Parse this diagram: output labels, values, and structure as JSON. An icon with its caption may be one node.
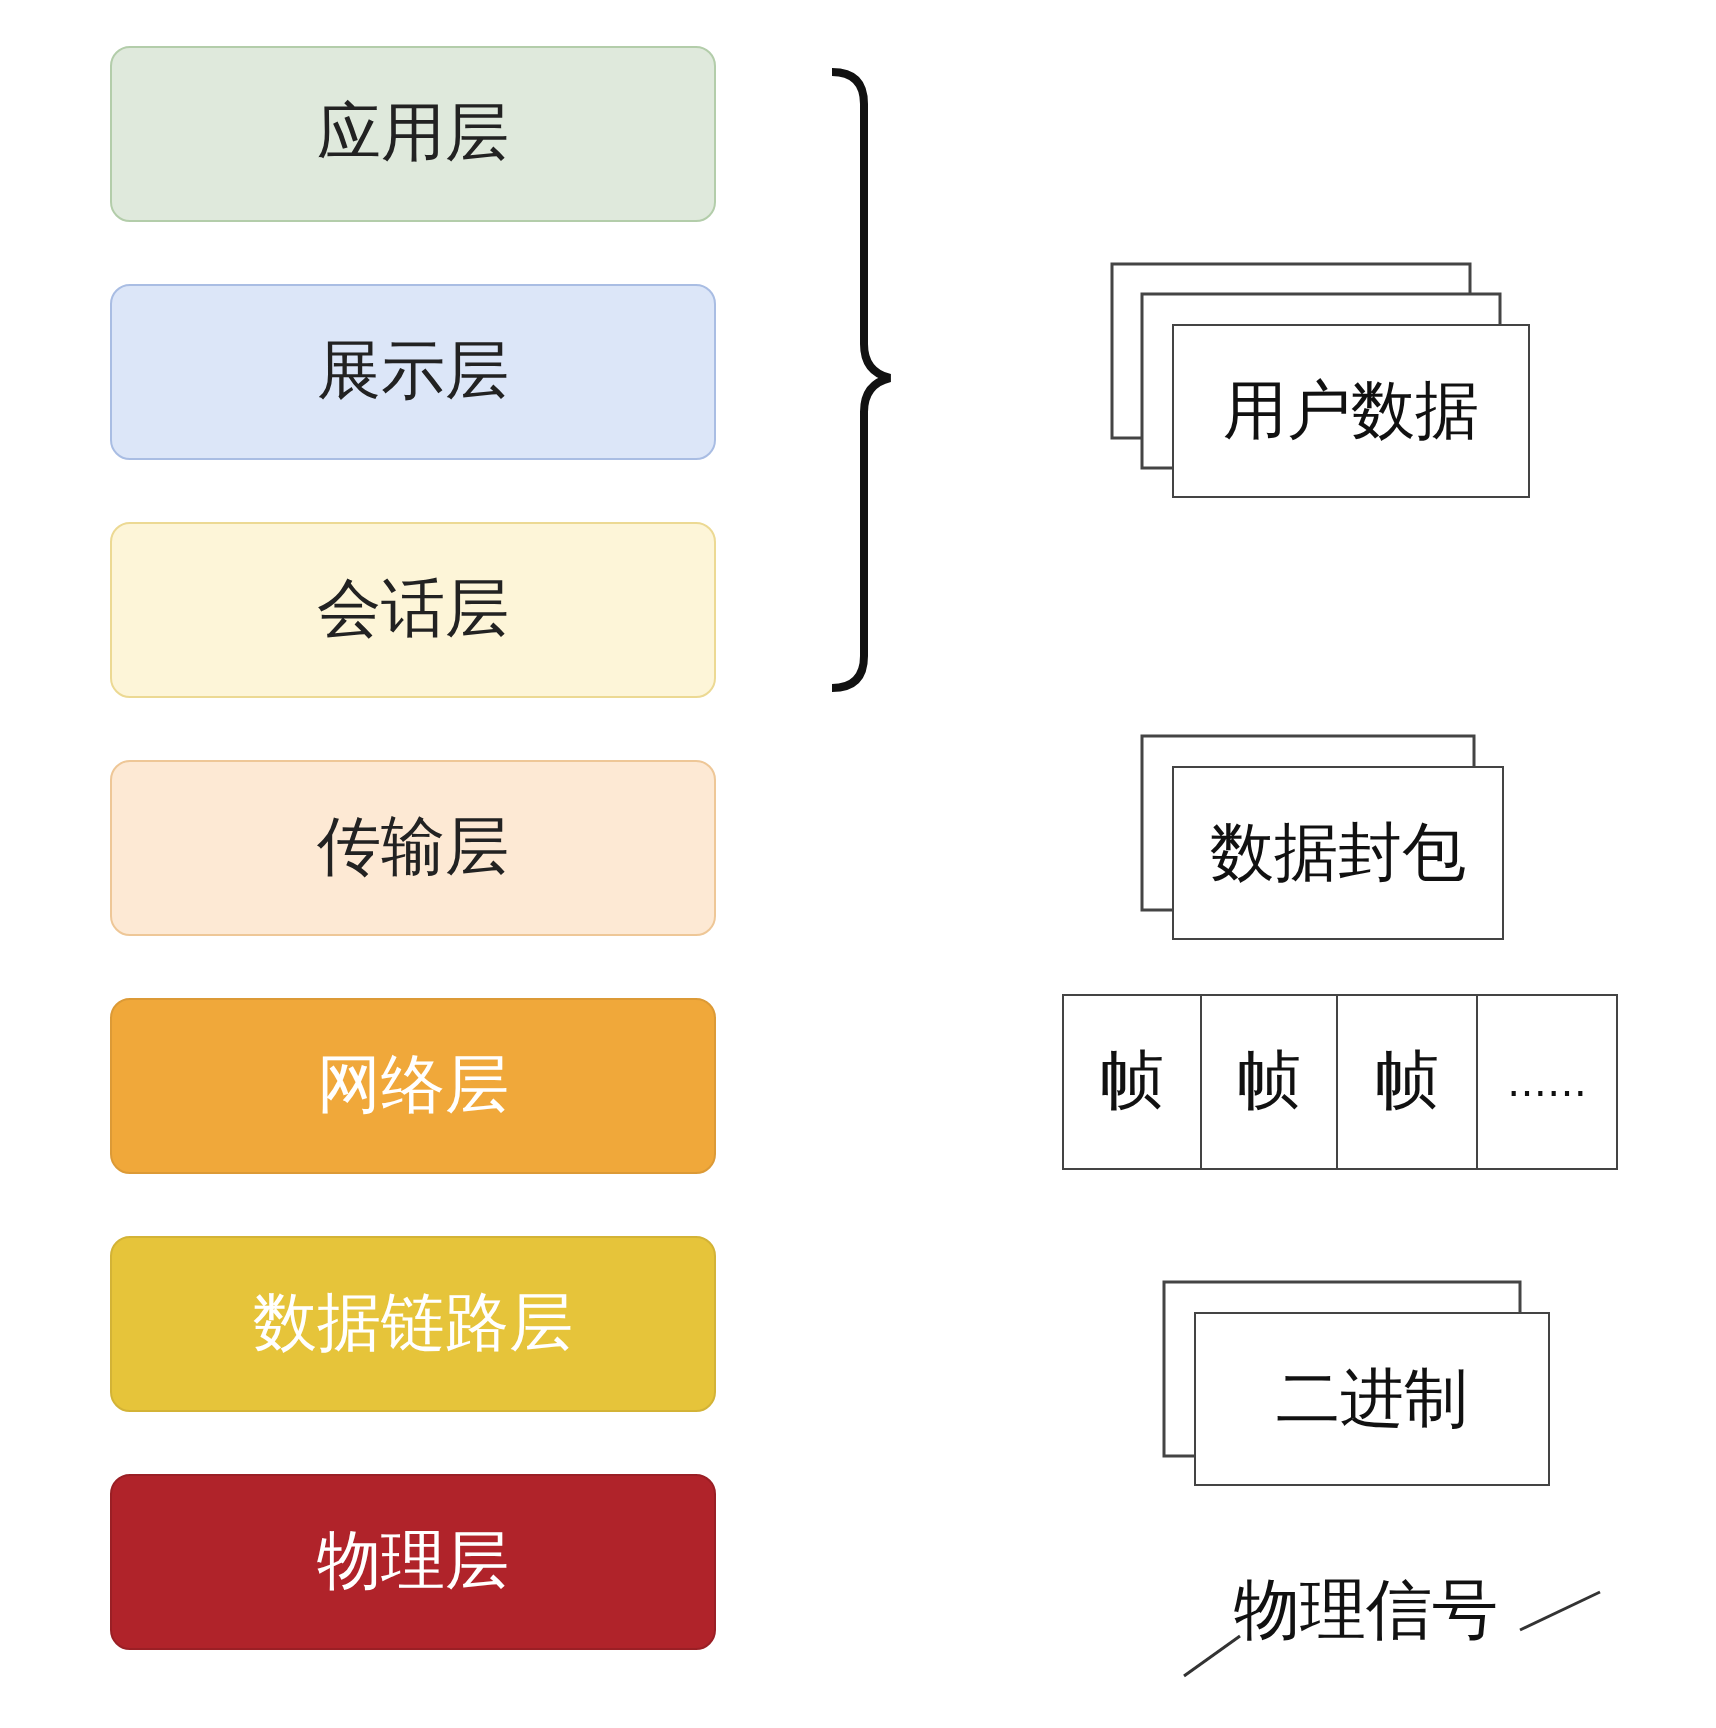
{
  "diagram": {
    "nodes": [
      {
        "text": [
          "应用层"
        ]
      },
      {
        "text": [
          "展示层"
        ]
      },
      {
        "text": [
          "会话层"
        ]
      },
      {
        "text": [
          "传输层"
        ]
      },
      {
        "text": [
          "网络层"
        ]
      },
      {
        "text": [
          "数据链路层"
        ]
      },
      {
        "text": [
          "物理层"
        ]
      },
      {
        "text": [
          "用户数据"
        ]
      },
      {
        "text": [
          "数据封包"
        ]
      },
      {
        "text": [
          "帧"
        ]
      },
      {
        "text": [
          "帧"
        ]
      },
      {
        "text": [
          "帧"
        ]
      },
      {
        "text": [
          "……"
        ]
      },
      {
        "text": [
          "二进制"
        ]
      }
    ],
    "edges": [],
    "labels": [
      "物理信号"
    ]
  }
}
